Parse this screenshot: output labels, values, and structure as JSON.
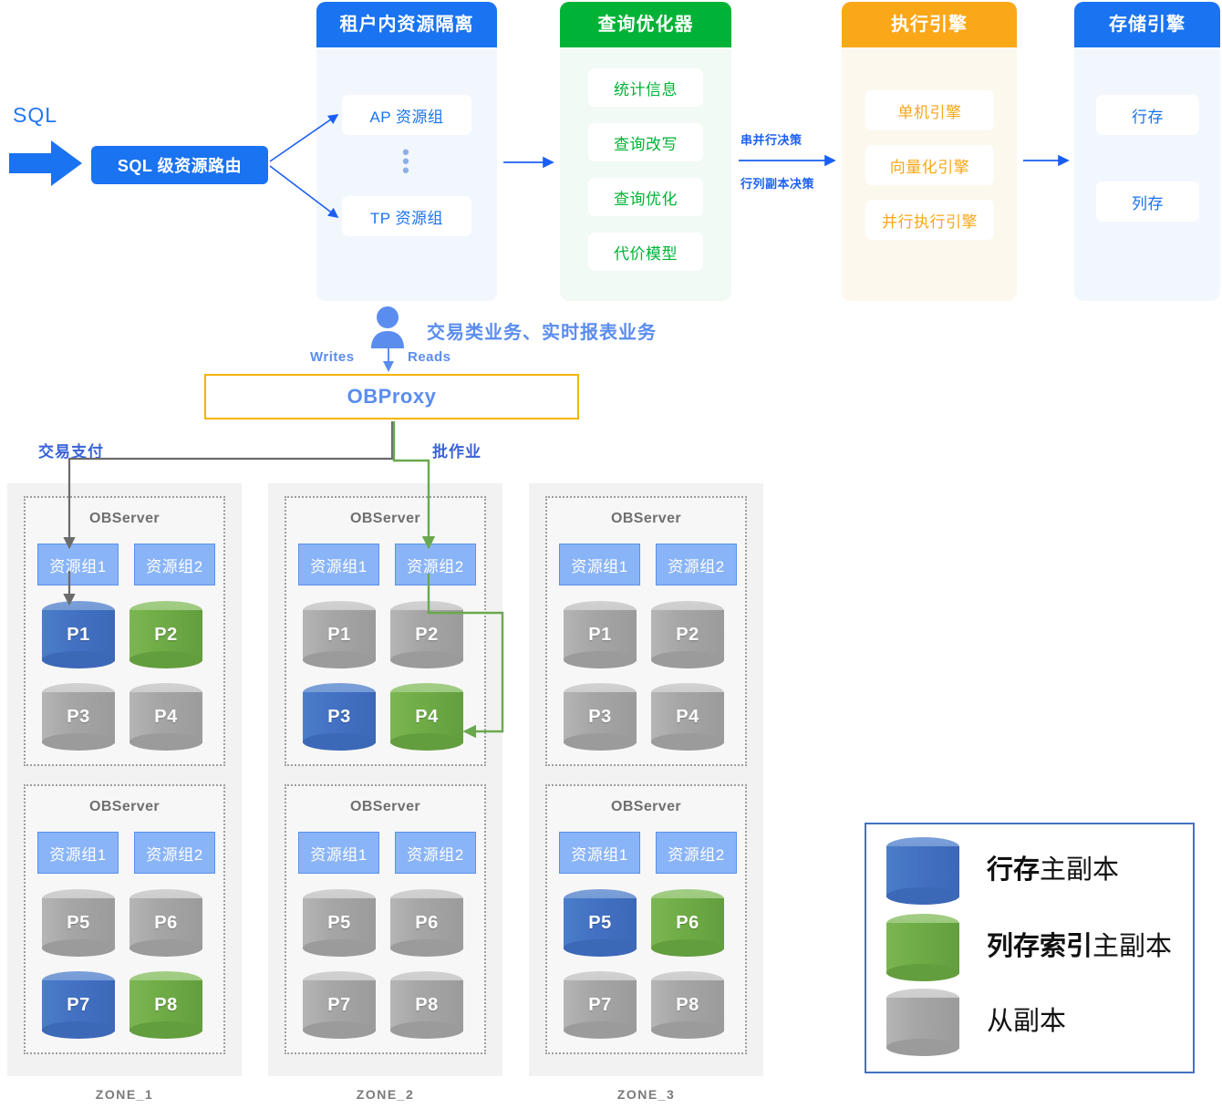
{
  "entry": {
    "sql_label": "SQL",
    "router_label": "SQL 级资源路由",
    "arrow_icon": "right-arrow-icon"
  },
  "pipeline": [
    {
      "id": "tenant",
      "title": "租户内资源隔离",
      "accent": "#1a73f0",
      "items": [
        "AP 资源组",
        "TP 资源组"
      ],
      "ellipsis": "⋮"
    },
    {
      "id": "optimizer",
      "title": "查询优化器",
      "accent": "#00b336",
      "items": [
        "统计信息",
        "查询改写",
        "查询优化",
        "代价模型"
      ]
    },
    {
      "id": "execution",
      "title": "执行引擎",
      "accent": "#faa718",
      "items": [
        "单机引擎",
        "向量化引擎",
        "并行执行引擎"
      ]
    },
    {
      "id": "storage",
      "title": "存储引擎",
      "accent": "#1a73f0",
      "items": [
        "行存",
        "列存"
      ]
    }
  ],
  "link_labels": {
    "serial_parallel": "串并行决策",
    "row_column_replica": "行列副本决策"
  },
  "client": {
    "user_icon": "user-icon",
    "business_label": "交易类业务、实时报表业务",
    "writes_label": "Writes",
    "reads_label": "Reads"
  },
  "proxy": {
    "label": "OBProxy",
    "border_color": "#f5b400",
    "text_color": "#5b8def"
  },
  "flows": {
    "payment_label": "交易支付",
    "payment_color": "#6b6b6b",
    "batch_label": "批作业",
    "batch_color": "#6aa84f"
  },
  "zones": [
    {
      "name": "ZONE_1",
      "servers": [
        {
          "title": "OBServer",
          "resource_groups": [
            "资源组1",
            "资源组2"
          ],
          "partitions": [
            {
              "label": "P1",
              "kind": "blue"
            },
            {
              "label": "P2",
              "kind": "green"
            },
            {
              "label": "P3",
              "kind": "gray"
            },
            {
              "label": "P4",
              "kind": "gray"
            }
          ]
        },
        {
          "title": "OBServer",
          "resource_groups": [
            "资源组1",
            "资源组2"
          ],
          "partitions": [
            {
              "label": "P5",
              "kind": "gray"
            },
            {
              "label": "P6",
              "kind": "gray"
            },
            {
              "label": "P7",
              "kind": "blue"
            },
            {
              "label": "P8",
              "kind": "green"
            }
          ]
        }
      ]
    },
    {
      "name": "ZONE_2",
      "servers": [
        {
          "title": "OBServer",
          "resource_groups": [
            "资源组1",
            "资源组2"
          ],
          "partitions": [
            {
              "label": "P1",
              "kind": "gray"
            },
            {
              "label": "P2",
              "kind": "gray"
            },
            {
              "label": "P3",
              "kind": "blue"
            },
            {
              "label": "P4",
              "kind": "green"
            }
          ]
        },
        {
          "title": "OBServer",
          "resource_groups": [
            "资源组1",
            "资源组2"
          ],
          "partitions": [
            {
              "label": "P5",
              "kind": "gray"
            },
            {
              "label": "P6",
              "kind": "gray"
            },
            {
              "label": "P7",
              "kind": "gray"
            },
            {
              "label": "P8",
              "kind": "gray"
            }
          ]
        }
      ]
    },
    {
      "name": "ZONE_3",
      "servers": [
        {
          "title": "OBServer",
          "resource_groups": [
            "资源组1",
            "资源组2"
          ],
          "partitions": [
            {
              "label": "P1",
              "kind": "gray"
            },
            {
              "label": "P2",
              "kind": "gray"
            },
            {
              "label": "P3",
              "kind": "gray"
            },
            {
              "label": "P4",
              "kind": "gray"
            }
          ]
        },
        {
          "title": "OBServer",
          "resource_groups": [
            "资源组1",
            "资源组2"
          ],
          "partitions": [
            {
              "label": "P5",
              "kind": "blue"
            },
            {
              "label": "P6",
              "kind": "green"
            },
            {
              "label": "P7",
              "kind": "gray"
            },
            {
              "label": "P8",
              "kind": "gray"
            }
          ]
        }
      ]
    }
  ],
  "legend": {
    "border_color": "#4472c4",
    "items": [
      {
        "kind": "blue",
        "bold": "行存",
        "rest": "主副本"
      },
      {
        "kind": "green",
        "bold": "列存索引",
        "rest": "主副本"
      },
      {
        "kind": "gray",
        "bold": "",
        "rest": "从副本"
      }
    ]
  }
}
